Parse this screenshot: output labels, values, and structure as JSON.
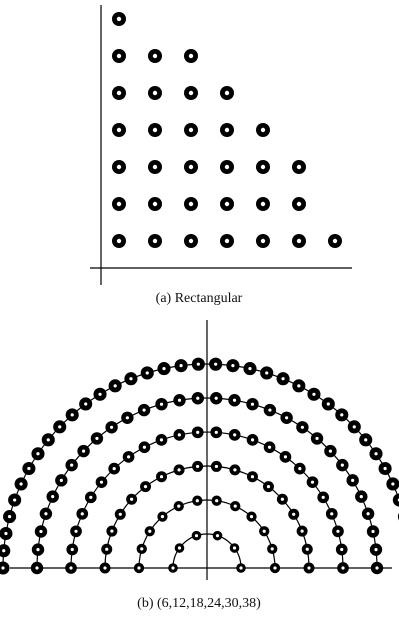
{
  "figure_a": {
    "caption": "(a)  Rectangular",
    "row_counts": [
      1,
      3,
      4,
      5,
      6,
      6,
      7
    ]
  },
  "figure_b": {
    "caption": "(b)  (6,12,18,24,30,38)",
    "ring_counts": [
      6,
      12,
      18,
      24,
      30,
      38
    ]
  },
  "colors": {
    "ink": "#000000",
    "background": "#ffffff"
  }
}
